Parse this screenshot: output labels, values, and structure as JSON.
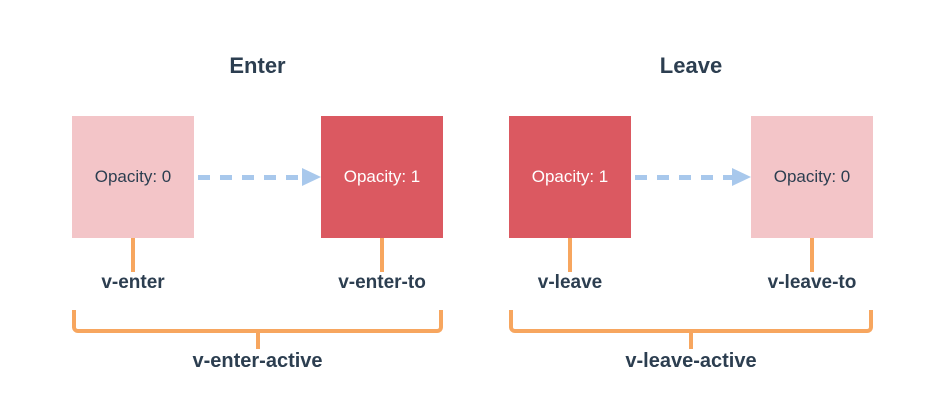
{
  "diagram": {
    "subject": "transition-classes",
    "colors": {
      "navy_text": "#2c3e50",
      "light_box": "#f3c5c8",
      "solid_box": "#db5961",
      "arrow_blue": "#a8c8ec",
      "bracket_orange": "#f7a65f",
      "background": "#ffffff"
    },
    "panels": [
      {
        "title": "Enter",
        "from_box": {
          "text": "Opacity: 0",
          "variant": "light"
        },
        "to_box": {
          "text": "Opacity: 1",
          "variant": "solid"
        },
        "from_label": "v-enter",
        "to_label": "v-enter-to",
        "active_label": "v-enter-active"
      },
      {
        "title": "Leave",
        "from_box": {
          "text": "Opacity: 1",
          "variant": "solid"
        },
        "to_box": {
          "text": "Opacity: 0",
          "variant": "light"
        },
        "from_label": "v-leave",
        "to_label": "v-leave-to",
        "active_label": "v-leave-active"
      }
    ]
  }
}
